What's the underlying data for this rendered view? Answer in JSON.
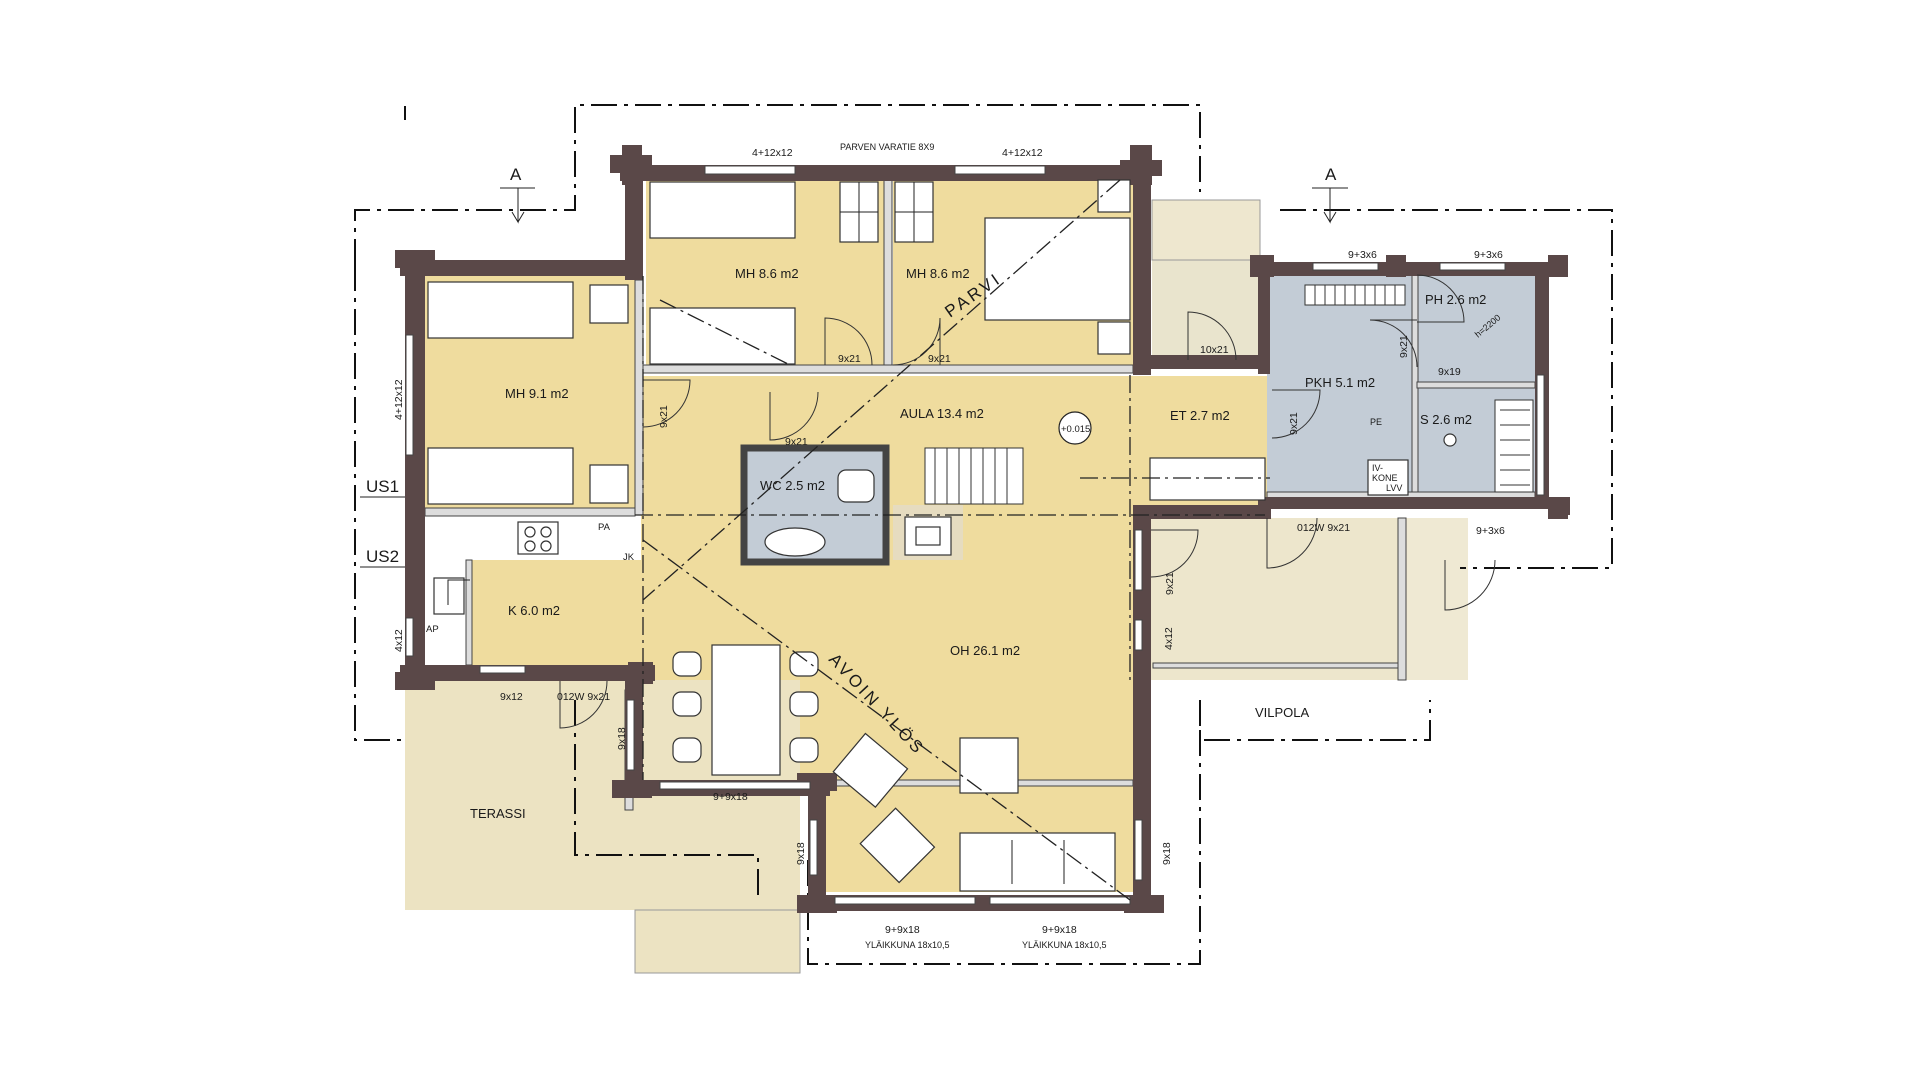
{
  "colors": {
    "room_fill": "#efdc9e",
    "wet_fill": "#c3ccd6",
    "terrace_fill": "#ece3c2",
    "vilpola_fill": "#ede6cc",
    "entry_fill": "#e9e4cd",
    "wall": "#5a4848"
  },
  "rooms": {
    "mh_left": "MH 9.1 m2",
    "mh_middle": "MH 8.6 m2",
    "mh_right": "MH 8.6 m2",
    "aula": "AULA 13.4 m2",
    "et": "ET 2.7 m2",
    "wc": "WC 2.5 m2",
    "pkh": "PKH 5.1 m2",
    "ph": "PH 2.6 m2",
    "s": "S 2.6 m2",
    "k": "K 6.0 m2",
    "oh": "OH 26.1 m2",
    "terassi": "TERASSI",
    "vilpola": "VILPOLA"
  },
  "annotations": {
    "parvi": "PARVI",
    "avoin_ylos": "AVOIN YLÖS",
    "level": "+0.015",
    "loft_note": "PARVEN VARATIE 8X9",
    "section_a": "A",
    "us1": "US1",
    "us2": "US2",
    "pa": "PA",
    "jk": "JK",
    "ap": "AP",
    "iv": "IV-",
    "kone": "KONE",
    "lvv": "LVV",
    "pe": "PE",
    "h2200": "h=2200",
    "ylaikkuna": "YLÄIKKUNA 18x10,5"
  },
  "dimensions": {
    "w_4x12x12": "4+12x12",
    "w_9x3x6": "9+3x6",
    "d_9x21": "9x21",
    "d_10x21": "10x21",
    "d_9x19": "9x19",
    "d_012w_9x21": "012W 9x21",
    "w_4x12": "4x12",
    "w_9x12": "9x12",
    "w_9x18": "9x18",
    "w_9x9x18": "9+9x18"
  }
}
